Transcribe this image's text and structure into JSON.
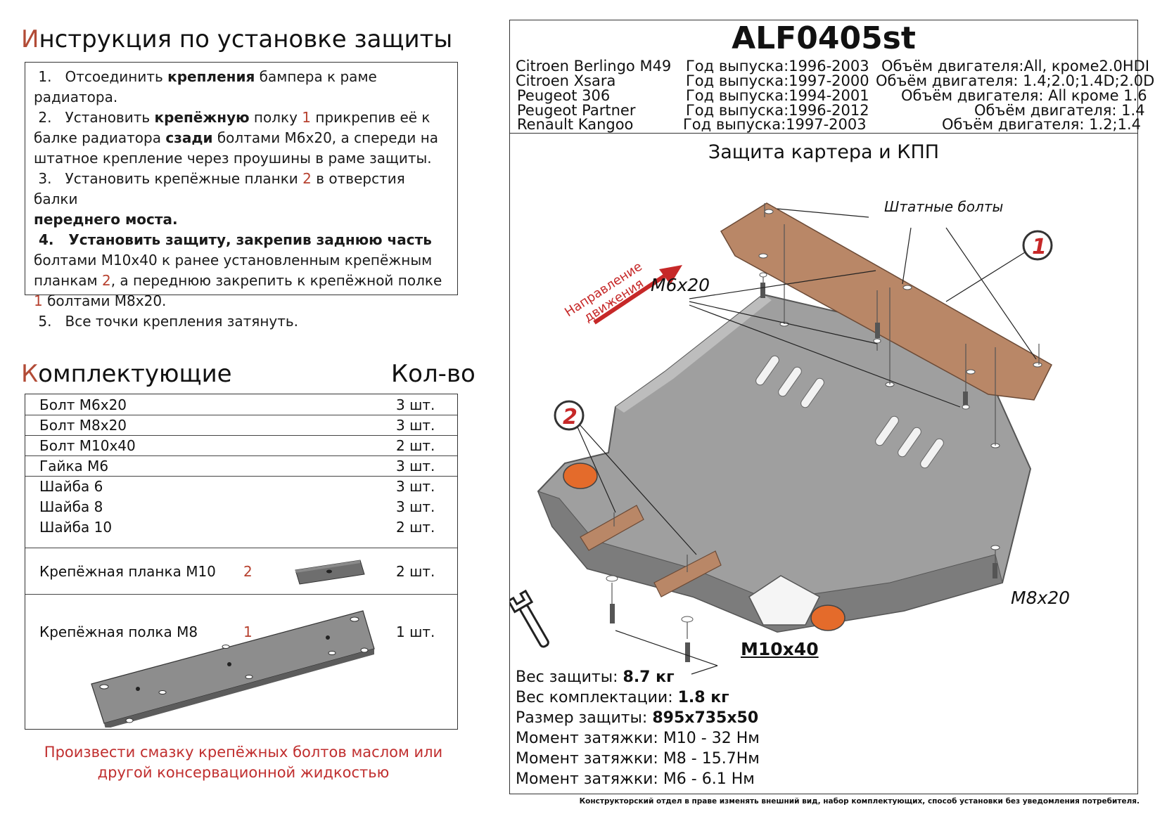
{
  "instructions": {
    "title_first": "И",
    "title_rest": "нструкция по установке защиты",
    "steps": [
      {
        "n": "1.",
        "t1": "Отсоединить ",
        "t2": "крепления",
        "t3": " бампера к раме радиатора."
      },
      {
        "n": "2.",
        "t1": "Установить ",
        "t2": "крепёжную",
        "t3": " полку ",
        "num": "1",
        "t4": " прикрепив её к"
      },
      {
        "t1": "балке радиатора ",
        "t2": "сзади",
        "t3": " болтами М6х20, а спереди на"
      },
      {
        "t1": "штатное крепление через проушины в раме защиты."
      },
      {
        "n": "3.",
        "t1": "Установить крепёжные планки ",
        "num": "2",
        "t4": " в отверстия балки"
      },
      {
        "t1": "переднего моста."
      },
      {
        "n": "4.",
        "t1": "Установить защиту, закрепив заднюю часть"
      },
      {
        "t1": "болтами М10х40 к ранее установленным крепёжным"
      },
      {
        "t1": "планкам ",
        "num": "2",
        "t4": ", а переднюю закрепить к крепёжной полке"
      },
      {
        "num": "1",
        "t4": " болтами М8х20."
      },
      {
        "n": "5.",
        "t1": "Все точки крепления затянуть."
      }
    ]
  },
  "parts": {
    "title_first": "К",
    "title_rest": "омплектующие",
    "qty_header": "Кол-во",
    "rows": [
      {
        "name": "Болт М6х20",
        "qty": "3 шт."
      },
      {
        "name": "Болт М8х20",
        "qty": "3 шт."
      },
      {
        "name": "Болт М10х40",
        "qty": "2 шт."
      },
      {
        "name": "Гайка М6",
        "qty": "3 шт."
      },
      {
        "name": "Шайба 6",
        "qty": "3 шт."
      },
      {
        "name": "Шайба 8",
        "qty": "3 шт."
      },
      {
        "name": "Шайба 10",
        "qty": "2 шт."
      }
    ],
    "plank": {
      "name": "Крепёжная планка М10",
      "num": "2",
      "qty": "2 шт."
    },
    "shelf": {
      "name": "Крепёжная полка М8",
      "num": "1",
      "qty": "1 шт."
    }
  },
  "warning": "Произвести смазку крепёжных болтов маслом или другой консервационной жидкостью",
  "product": {
    "code": "ALF0405st",
    "cars": [
      {
        "model": "Citroen Berlingo M49",
        "year": "Год выпуска:1996-2003",
        "engine": "Объём двигателя:All, кроме2.0HDI"
      },
      {
        "model": "Citroen Xsara",
        "year": "Год выпуска:1997-2000",
        "engine": "Объём двигателя: 1.4;2.0;1.4D;2.0D"
      },
      {
        "model": "Peugeot 306",
        "year": "Год выпуска:1994-2001",
        "engine": "Объём двигателя: All кроме 1.6"
      },
      {
        "model": "Peugeot Partner",
        "year": "Год выпуска:1996-2012",
        "engine": "Объём двигателя: 1.4"
      },
      {
        "model": "Renault Kangoo",
        "year": "Год выпуска:1997-2003",
        "engine": "Объём двигателя: 1.2;1.4"
      }
    ],
    "subtitle": "Защита картера и КПП"
  },
  "diagram": {
    "label_standard_bolts": "Штатные болты",
    "label_m6": "М6х20",
    "label_m8": "М8х20",
    "label_m10": "М10х40",
    "direction_1": "Направление",
    "direction_2": "движения",
    "callout_1": "1",
    "callout_2": "2"
  },
  "specs": [
    {
      "label": "Вес защиты: ",
      "value": "8.7 кг"
    },
    {
      "label": "Вес комплектации: ",
      "value": "1.8 кг"
    },
    {
      "label": "Размер защиты: ",
      "value": "895х735х50"
    },
    {
      "label": "Момент затяжки:  ",
      "value": "М10 - 32 Нм"
    },
    {
      "label": "Момент затяжки:  ",
      "value": "М8 - 15.7Нм"
    },
    {
      "label": "Момент затяжки:  ",
      "value": "М6 - 6.1 Нм"
    }
  ],
  "footer": "Конструкторский отдел в праве изменять внешний вид, набор комплектующих, способ установки без уведомления потребителя.",
  "colors": {
    "accent": "#b24b36",
    "warning": "#c02e2e",
    "shield": "#a9a9a9",
    "bracket": "#b98767"
  }
}
